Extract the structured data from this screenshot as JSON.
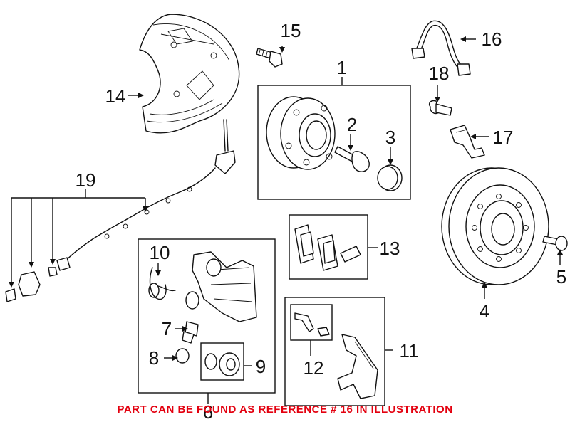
{
  "callouts": {
    "c1": "1",
    "c2": "2",
    "c3": "3",
    "c4": "4",
    "c5": "5",
    "c6": "6",
    "c7": "7",
    "c8": "8",
    "c9": "9",
    "c10": "10",
    "c11": "11",
    "c12": "12",
    "c13": "13",
    "c14": "14",
    "c15": "15",
    "c16": "16",
    "c17": "17",
    "c18": "18",
    "c19": "19"
  },
  "caption": {
    "text": "PART CAN BE FOUND AS REFERENCE # 16 IN ILLUSTRATION",
    "color": "#e3000f"
  },
  "colors": {
    "line": "#111111",
    "background": "#ffffff"
  }
}
